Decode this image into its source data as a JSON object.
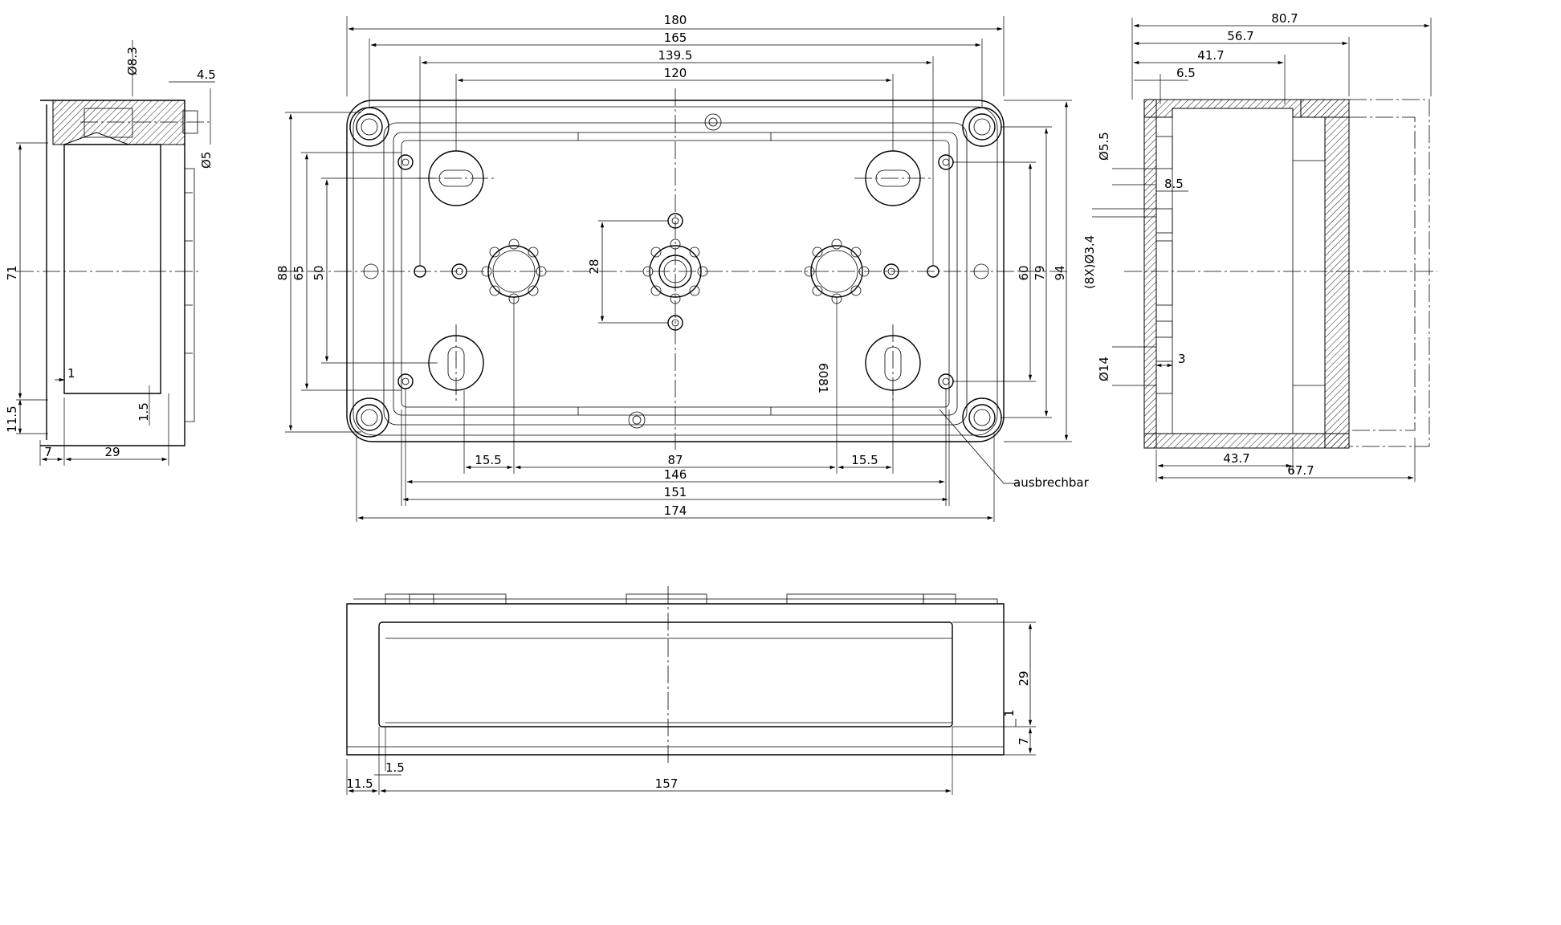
{
  "views": {
    "left_section": {
      "dims": {
        "d8_3": "Ø8.3",
        "d4_5": "4.5",
        "d5": "Ø5",
        "d71": "71",
        "d1": "1",
        "d1_5": "1.5",
        "d11_5": "11.5",
        "d7": "7",
        "d29": "29"
      }
    },
    "top_view": {
      "dims": {
        "d180": "180",
        "d165": "165",
        "d139_5": "139.5",
        "d120": "120",
        "d88": "88",
        "d65": "65",
        "d50": "50",
        "d28": "28",
        "d60": "60",
        "d79": "79",
        "d94": "94",
        "d15_5a": "15.5",
        "d87": "87",
        "d15_5b": "15.5",
        "d146": "146",
        "d151": "151",
        "d174": "174"
      },
      "part_number": "6081",
      "callout": "ausbrechbar"
    },
    "right_section": {
      "dims": {
        "d80_7": "80.7",
        "d56_7": "56.7",
        "d41_7": "41.7",
        "d6_5": "6.5",
        "d5_5": "Ø5.5",
        "d8_5": "8.5",
        "d3_4": "(8X)Ø3.4",
        "d14": "Ø14",
        "d3": "3",
        "d43_7": "43.7",
        "d67_7": "67.7"
      }
    },
    "front_view": {
      "dims": {
        "d29": "29",
        "d1": "1",
        "d7": "7",
        "d1_5": "1.5",
        "d11_5": "11.5",
        "d157": "157"
      }
    }
  }
}
